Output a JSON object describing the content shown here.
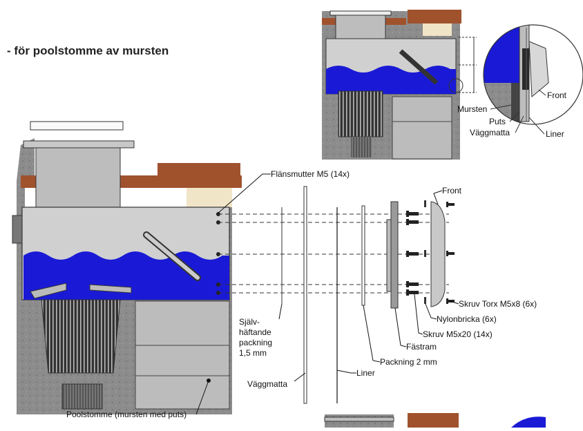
{
  "heading": "- för poolstomme av mursten",
  "labels": {
    "flansmutter": "Flänsmutter M5 (14x)",
    "front": "Front",
    "skruv_torx": "Skruv Torx M5x8 (6x)",
    "nylonbricka": "Nylonbricka (6x)",
    "skruv_m5x20": "Skruv M5x20 (14x)",
    "fastram": "Fästram",
    "packning_2mm": "Packning 2 mm",
    "liner": "Liner",
    "vaggmatta": "Väggmatta",
    "sjalvhaftande_1": "Själv-",
    "sjalvhaftande_2": "häftande",
    "sjalvhaftande_3": "packning",
    "sjalvhaftande_4": "1,5 mm",
    "poolstomme": "Poolstomme (mursten med puts)"
  },
  "detail_labels": {
    "front": "Front",
    "mursten": "Mursten",
    "puts": "Puts",
    "vaggmatta": "Väggmatta",
    "liner": "Liner"
  },
  "colors": {
    "water": "#1a1ad6",
    "brick": "#a0522d",
    "sand": "#f1e5c8",
    "plaster": "#8c8c8c",
    "body": "#c8c8c8"
  }
}
